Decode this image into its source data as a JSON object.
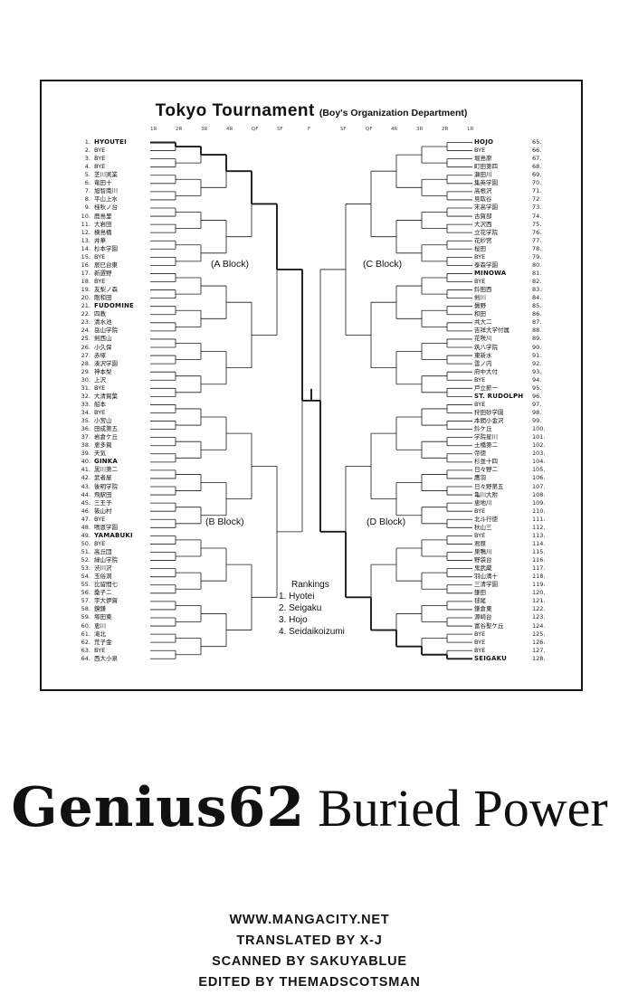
{
  "tournament": {
    "title_main": "Tokyo Tournament",
    "title_sub": "(Boy's Organization Department)",
    "round_labels": [
      "1R",
      "2R",
      "3R",
      "4R",
      "QF",
      "SF",
      "F",
      "SF",
      "QF",
      "4R",
      "3R",
      "2R",
      "1R"
    ],
    "blocks": {
      "a": "(A Block)",
      "b": "(B Block)",
      "c": "(C Block)",
      "d": "(D Block)"
    },
    "left_entries": [
      "HYOUTEI",
      "BYE",
      "BYE",
      "BYE",
      "芝川実業",
      "竜田十",
      "旭智南川",
      "平山上水",
      "桂秋ノ台",
      "鹿島里",
      "大岩田",
      "横島橋",
      "井華",
      "杉本学園",
      "BYE",
      "辰巳台東",
      "新選野",
      "BYE",
      "友梨ノ森",
      "剛和田",
      "FUDOMINE",
      "四教",
      "清水池",
      "岳山学院",
      "剣西山",
      "小久保",
      "赤塚",
      "湊沢学園",
      "神本梨",
      "上沢",
      "BYE",
      "大清賀葉",
      "船本",
      "BYE",
      "小宮山",
      "田成第五",
      "岩倉ケ丘",
      "恵多賀",
      "天気",
      "GINKA",
      "黒川第二",
      "武者屋",
      "後明学院",
      "飛駅田",
      "三王子",
      "筱山村",
      "BYE",
      "鳴恩学園",
      "YAMABUKI",
      "BYE",
      "高丘団",
      "緑山学院",
      "渋川沢",
      "玉俗洞",
      "比留間七",
      "桑子二",
      "宇大伊賀",
      "鏡鎌",
      "塚田東",
      "恵川",
      "滝北",
      "荒子金",
      "BYE",
      "西大小泉"
    ],
    "right_entries": [
      "HOJO",
      "BYE",
      "堀島原",
      "町田第四",
      "瀬田川",
      "集英学園",
      "高根沢",
      "見取谷",
      "末高学園",
      "古賀部",
      "大沢西",
      "立花学院",
      "花紗宮",
      "桜田",
      "BYE",
      "泰森学園",
      "MINOWA",
      "BYE",
      "鈴田西",
      "剣川",
      "曇野",
      "和田",
      "共大二",
      "吉祥大学付属",
      "花咲川",
      "筑八学院",
      "東新水",
      "雲ノ内",
      "府中大付",
      "BYE",
      "戸立薪一",
      "ST. RUDOLPH",
      "BYE",
      "狩田砂学園",
      "本間小金沢",
      "鈴ケ丘",
      "学院星川",
      "土橋第二",
      "帝徳",
      "杉並十四",
      "日々野二",
      "鷹羽",
      "日々野第五",
      "亀川大附",
      "恵地川",
      "BYE",
      "北斗行徳",
      "秋山三",
      "BYE",
      "君原",
      "巣鴨川",
      "野袋台",
      "鬼武蔵",
      "羽山満十",
      "三清学園",
      "鎌田",
      "毬尾",
      "鎌倉東",
      "源崎台",
      "富谷聖ケ丘",
      "BYE",
      "BYE",
      "BYE",
      "SEIGAKU"
    ]
  },
  "rankings": {
    "title": "Rankings",
    "items": [
      "1. Hyotei",
      "2. Seigaku",
      "3. Hojo",
      "4. Seidaikoizumi"
    ]
  },
  "chapter": {
    "number": "Genius62",
    "name": "Buried Power"
  },
  "credits": [
    "WWW.MANGACITY.NET",
    "TRANSLATED BY X-J",
    "SCANNED BY SAKUYABLUE",
    "EDITED BY THEMADSCOTSMAN"
  ]
}
